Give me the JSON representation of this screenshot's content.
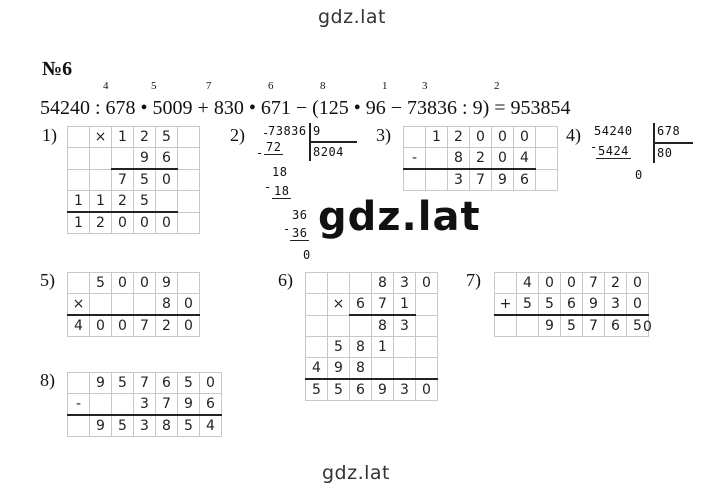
{
  "watermark": {
    "top": "gdz.lat",
    "middle": "gdz.lat",
    "bottom": "gdz.lat"
  },
  "problem": {
    "number": "№6",
    "expression": "54240 : 678 • 5009 + 830 • 671 − (125 • 96 − 73836 : 9) = 953854",
    "order": [
      "4",
      "5",
      "7",
      "6",
      "8",
      "1",
      "3",
      "2"
    ]
  },
  "labels": [
    "1)",
    "2)",
    "3)",
    "4)",
    "5)",
    "6)",
    "7)",
    "8)"
  ],
  "step1": {
    "op": "×",
    "rows": [
      [
        "",
        "",
        "1",
        "2",
        "5"
      ],
      [
        "",
        "",
        "",
        "9",
        "6"
      ],
      [
        "",
        "",
        "7",
        "5",
        "0"
      ],
      [
        "1",
        "1",
        "2",
        "5",
        ""
      ],
      [
        "1",
        "2",
        "0",
        "0",
        "0"
      ]
    ]
  },
  "step2": {
    "dividend": "73836",
    "divisor": "9",
    "quotient": "8204",
    "lines": [
      "72",
      "18",
      "18",
      "36",
      "36",
      "0"
    ]
  },
  "step3": {
    "op": "-",
    "rows": [
      [
        "",
        "1",
        "2",
        "0",
        "0",
        "0"
      ],
      [
        "",
        "",
        "8",
        "2",
        "0",
        "4"
      ],
      [
        "",
        "",
        "3",
        "7",
        "9",
        "6"
      ]
    ]
  },
  "step4": {
    "dividend": "54240",
    "divisor": "678",
    "quotient": "80",
    "lines": [
      "5424",
      "0"
    ]
  },
  "step5": {
    "op": "×",
    "rows": [
      [
        "",
        "5",
        "0",
        "0",
        "9",
        ""
      ],
      [
        "",
        "",
        "",
        "",
        "8",
        "0"
      ],
      [
        "4",
        "0",
        "0",
        "7",
        "2",
        "0"
      ]
    ]
  },
  "step6": {
    "op": "×",
    "rows": [
      [
        "",
        "",
        "",
        "8",
        "3",
        "0"
      ],
      [
        "",
        "",
        "6",
        "7",
        "1",
        ""
      ],
      [
        "",
        "",
        "",
        "8",
        "3",
        ""
      ],
      [
        "",
        "5",
        "8",
        "1",
        "",
        ""
      ],
      [
        "4",
        "9",
        "8",
        "",
        "",
        ""
      ],
      [
        "5",
        "5",
        "6",
        "9",
        "3",
        "0"
      ]
    ]
  },
  "step7": {
    "op": "+",
    "rows": [
      [
        "",
        "4",
        "0",
        "0",
        "7",
        "2",
        "0"
      ],
      [
        "",
        "5",
        "5",
        "6",
        "9",
        "3",
        "0"
      ],
      [
        "",
        "",
        "9",
        "5",
        "7",
        "6",
        "5",
        "0"
      ]
    ]
  },
  "step8": {
    "op": "-",
    "rows": [
      [
        "",
        "9",
        "5",
        "7",
        "6",
        "5",
        "0"
      ],
      [
        "",
        "",
        "",
        "3",
        "7",
        "9",
        "6"
      ],
      [
        "",
        "9",
        "5",
        "3",
        "8",
        "5",
        "4"
      ]
    ]
  }
}
